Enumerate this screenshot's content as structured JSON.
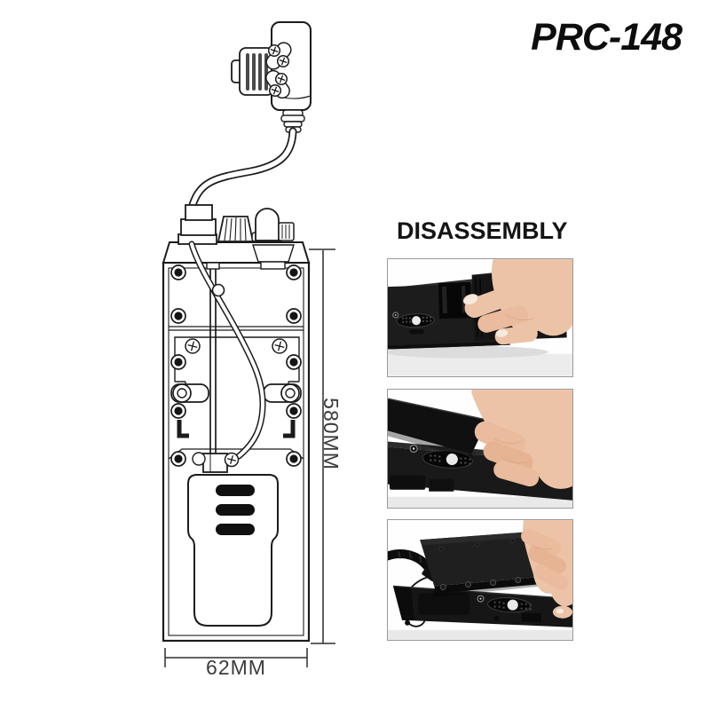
{
  "page": {
    "background": "#ffffff"
  },
  "title": {
    "text": "PRC-148"
  },
  "drawing": {
    "height_label": "580MM",
    "width_label": "62MM"
  },
  "disassembly": {
    "heading": "DISASSEMBLY"
  },
  "colors": {
    "ink": "#1b1b1b",
    "dimension_text": "#3c3c3c",
    "heading_text": "#141414",
    "photo_border": "#9a9a9a",
    "radio_black": "#191919",
    "hand_skin": "#edc3a7",
    "photo_floor": "#ebebeb"
  }
}
